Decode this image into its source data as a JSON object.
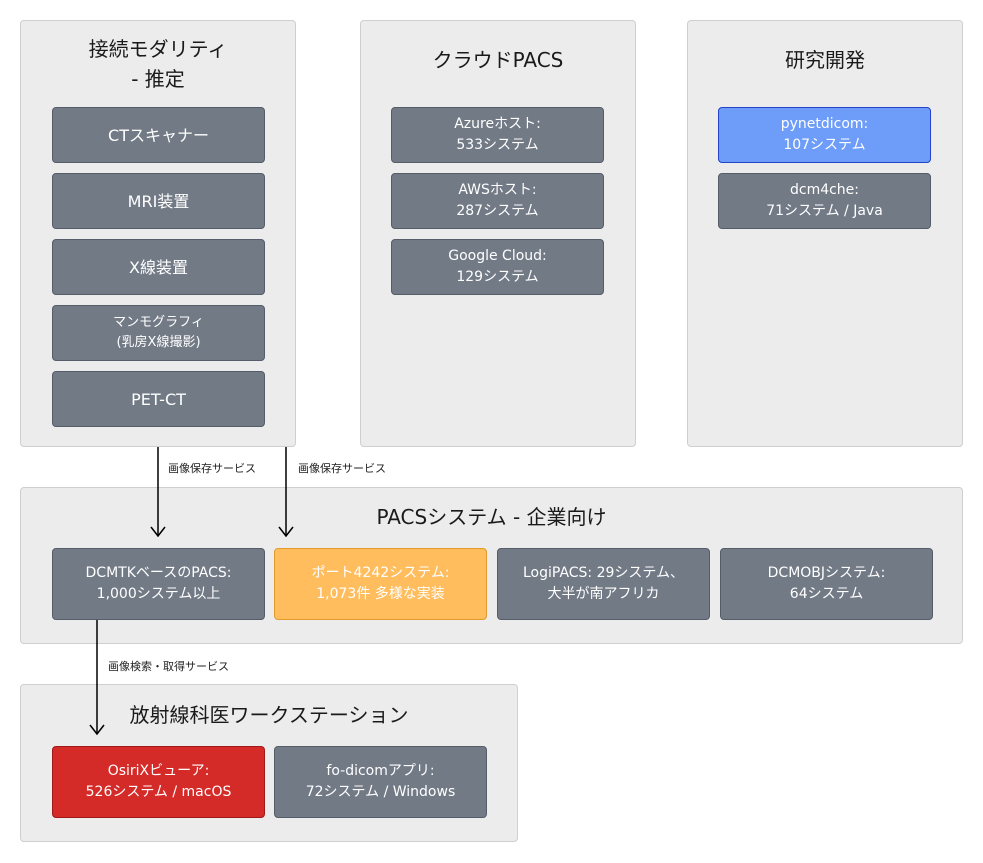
{
  "colors": {
    "panel_bg": "#ececec",
    "node_default": "#727a86",
    "node_highlight_orange": "#ffbd5e",
    "node_highlight_blue": "#6d9cf9",
    "node_highlight_red": "#d42a28",
    "arrow": "#000000"
  },
  "groups": {
    "modality": {
      "title": "接続モダリティ\n- 推定",
      "nodes": [
        "CTスキャナー",
        "MRI装置",
        "X線装置",
        "マンモグラフィ\n(乳房X線撮影)",
        "PET-CT"
      ]
    },
    "cloud": {
      "title": "クラウドPACS",
      "nodes": [
        "Azureホスト:\n533システム",
        "AWSホスト:\n287システム",
        "Google Cloud:\n129システム"
      ]
    },
    "research": {
      "title": "研究開発",
      "nodes": [
        "pynetdicom:\n107システム",
        "dcm4che:\n71システム / Java"
      ]
    },
    "pacs": {
      "title": "PACSシステム - 企業向け",
      "nodes": [
        "DCMTKベースのPACS:\n1,000システム以上",
        "ポート4242システム:\n1,073件 多様な実装",
        "LogiPACS: 29システム、\n大半が南アフリカ",
        "DCMOBJシステム:\n64システム"
      ]
    },
    "workstation": {
      "title": "放射線科医ワークステーション",
      "nodes": [
        "OsiriXビューア:\n526システム / macOS",
        "fo-dicomアプリ:\n72システム / Windows"
      ]
    }
  },
  "edges": {
    "store1": "画像保存サービス",
    "store2": "画像保存サービス",
    "query": "画像検索・取得サービス"
  }
}
